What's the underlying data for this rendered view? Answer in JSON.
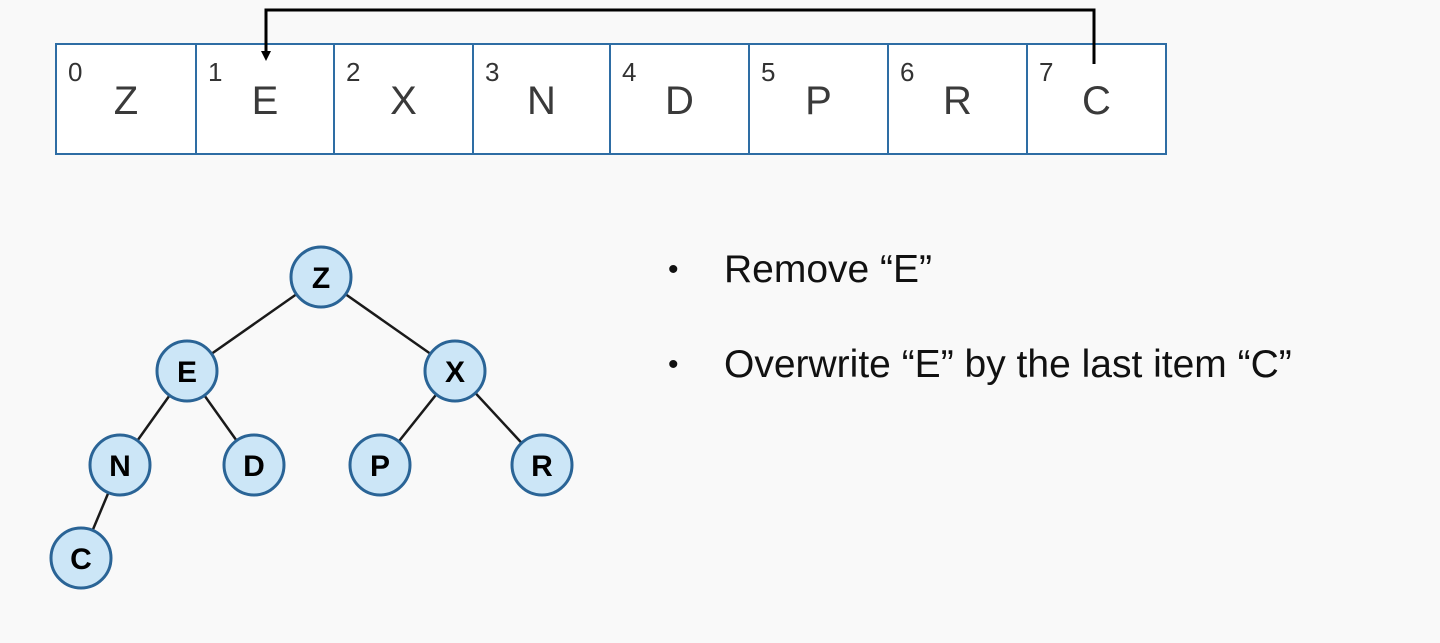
{
  "array": {
    "cells": [
      {
        "index": "0",
        "value": "Z"
      },
      {
        "index": "1",
        "value": "E"
      },
      {
        "index": "2",
        "value": "X"
      },
      {
        "index": "3",
        "value": "N"
      },
      {
        "index": "4",
        "value": "D"
      },
      {
        "index": "5",
        "value": "P"
      },
      {
        "index": "6",
        "value": "R"
      },
      {
        "index": "7",
        "value": "C"
      }
    ],
    "arrow": {
      "from_index": 7,
      "to_index": 1
    }
  },
  "tree": {
    "nodes": [
      {
        "id": "z",
        "label": "Z"
      },
      {
        "id": "e",
        "label": "E"
      },
      {
        "id": "x",
        "label": "X"
      },
      {
        "id": "n",
        "label": "N"
      },
      {
        "id": "d",
        "label": "D"
      },
      {
        "id": "p",
        "label": "P"
      },
      {
        "id": "r",
        "label": "R"
      },
      {
        "id": "c",
        "label": "C"
      }
    ],
    "edges": [
      [
        "z",
        "e"
      ],
      [
        "z",
        "x"
      ],
      [
        "e",
        "n"
      ],
      [
        "e",
        "d"
      ],
      [
        "x",
        "p"
      ],
      [
        "x",
        "r"
      ],
      [
        "n",
        "c"
      ]
    ],
    "node_fill": "#cce6f7",
    "node_stroke": "#2a6496"
  },
  "bullets": [
    "Remove “E”",
    "Overwrite “E” by the last item “C”"
  ]
}
